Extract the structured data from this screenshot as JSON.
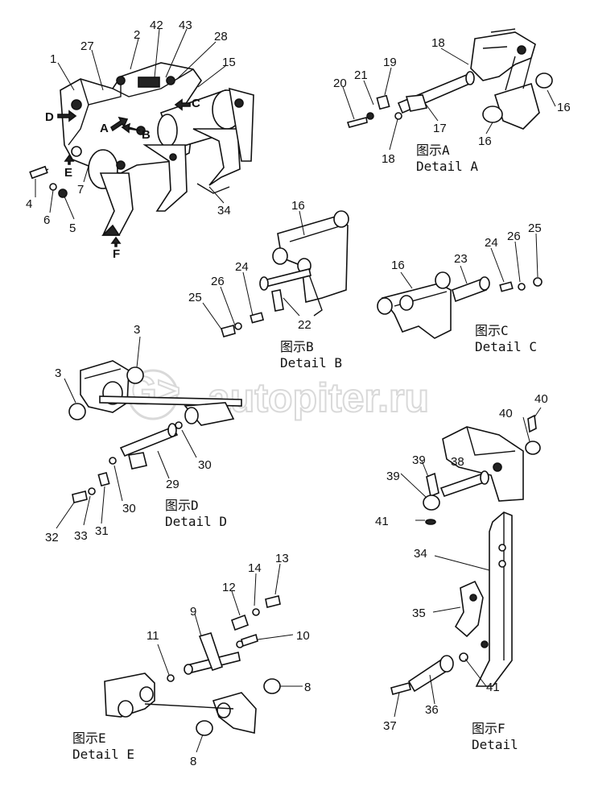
{
  "watermark": "autopiter.ru",
  "details": {
    "a": {
      "cn": "图示A",
      "en": "Detail A"
    },
    "b": {
      "cn": "图示B",
      "en": "Detail B"
    },
    "c": {
      "cn": "图示C",
      "en": "Detail C"
    },
    "d": {
      "cn": "图示D",
      "en": "Detail D"
    },
    "e": {
      "cn": "图示E",
      "en": "Detail E"
    },
    "f": {
      "cn": "图示F",
      "en": "Detail"
    }
  },
  "view_markers": {
    "a": "A",
    "b": "B",
    "c": "C",
    "d": "D",
    "e": "E",
    "f": "F"
  },
  "callouts": {
    "main": [
      "1",
      "27",
      "2",
      "42",
      "43",
      "28",
      "15",
      "4",
      "6",
      "5",
      "7",
      "34"
    ],
    "detail_a": [
      "18",
      "21",
      "20",
      "19",
      "17",
      "18",
      "16",
      "16"
    ],
    "detail_b": [
      "16",
      "24",
      "26",
      "25",
      "22"
    ],
    "detail_c": [
      "16",
      "23",
      "24",
      "26",
      "25"
    ],
    "detail_d": [
      "3",
      "3",
      "30",
      "29",
      "30",
      "32",
      "33",
      "31"
    ],
    "detail_f": [
      "40",
      "39",
      "40",
      "38",
      "39",
      "41",
      "34",
      "35",
      "41",
      "37",
      "36"
    ],
    "detail_e": [
      "14",
      "13",
      "12",
      "9",
      "10",
      "11",
      "8",
      "8"
    ]
  }
}
